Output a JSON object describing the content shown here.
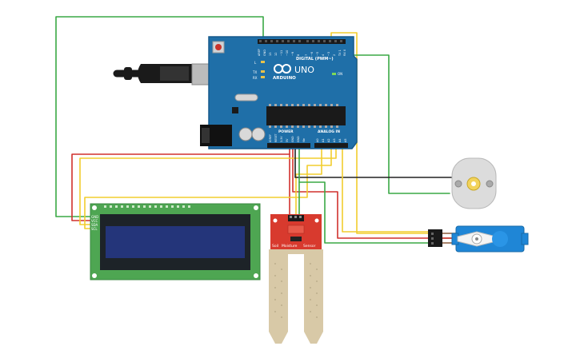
{
  "arduino": {
    "brand": "ARDUINO",
    "model": "UNO",
    "digital_label": "DIGITAL (PWM~)",
    "power_label": "POWER",
    "analog_label": "ANALOG IN",
    "on_label": "ON",
    "led_l": "L",
    "led_tx": "TX",
    "led_rx": "RX",
    "digital_pins": [
      "AREF",
      "GND",
      "13",
      "12",
      "~11",
      "~10",
      "~9",
      "8",
      "7",
      "~6",
      "~5",
      "4",
      "~3",
      "2",
      "TX 1",
      "RX 0"
    ],
    "power_pins": [
      "IOREF",
      "RESET",
      "3.3V",
      "5V",
      "GND",
      "GND",
      "Vin"
    ],
    "analog_pins": [
      "A0",
      "A1",
      "A2",
      "A3",
      "A4",
      "A5"
    ]
  },
  "lcd": {
    "pins": [
      "GND",
      "VCC",
      "SDA",
      "SCL"
    ]
  },
  "sensor": {
    "label_left": "Soil",
    "label_mid": "Moisture",
    "label_right": "Sensor"
  },
  "colors": {
    "board": "#1f6fa8",
    "board_dark": "#175a8c",
    "wire_green": "#3aa845",
    "wire_red": "#d0312d",
    "wire_yellow": "#f2cd2e",
    "wire_black": "#222222",
    "lcd_green": "#4ea652",
    "lcd_screen": "#24357a",
    "sensor_red": "#d83a2e",
    "servo_blue": "#1f86d6"
  }
}
